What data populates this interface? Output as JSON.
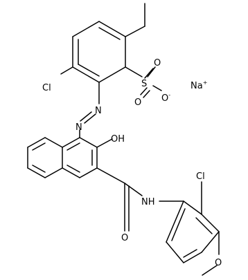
{
  "molecule": {
    "colors": {
      "bond": "#000000",
      "label": "#000000",
      "background": "#ffffff"
    },
    "labels": {
      "cl_upper": "Cl",
      "sulfonate_s": "S",
      "sulfonate_o_top": "O",
      "sulfonate_o_bottom": "O",
      "sulfonate_charge": "-",
      "sodium": "Na",
      "sodium_charge": "+",
      "azo_n1": "N",
      "azo_n2": "N",
      "hydroxyl": "OH",
      "amide_nh": "NH",
      "amide_o": "O",
      "cl_lower": "Cl",
      "methoxy_o": "O"
    }
  }
}
